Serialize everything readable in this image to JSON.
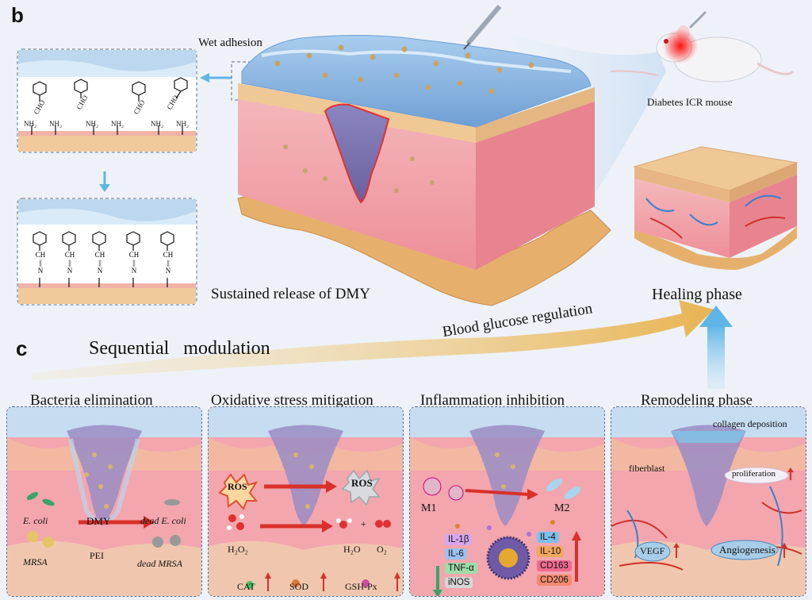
{
  "panel_b": {
    "letter": "b",
    "wet_adhesion": "Wet adhesion",
    "mouse_label": "Diabetes ICR mouse",
    "sustained_release": "Sustained release of DMY",
    "healing_phase": "Healing phase",
    "chem_top": {
      "group": "CHO",
      "amine": "NH₂"
    },
    "chem_bottom": {
      "ch": "CH",
      "n": "N",
      "bond": "||"
    }
  },
  "panel_c": {
    "letter": "c",
    "sequential": "Sequential   modulation",
    "glucose": "Blood glucose regulation",
    "titles": [
      "Bacteria elimination",
      "Oxidative stress mitigation",
      "Inflammation inhibition",
      "Remodeling phase"
    ],
    "bacteria": {
      "ecoli": "E. coli",
      "dmy": "DMY",
      "dead_ecoli": "dead E. coli",
      "mrsa": "MRSA",
      "pei": "PEI",
      "dead_mrsa": "dead MRSA"
    },
    "oxidative": {
      "ros1": "ROS",
      "ros2": "ROS",
      "h2o2": "H₂O₂",
      "h2o": "H₂O",
      "o2": "O₂",
      "plus": "+",
      "cat": "CAT",
      "sod": "SOD",
      "gsh": "GSH-Px"
    },
    "inflammation": {
      "m1": "M1",
      "m2": "M2",
      "left_chips": [
        "IL-1β",
        "IL-6",
        "TNF-α",
        "iNOS"
      ],
      "right_chips": [
        "IL-4",
        "IL-10",
        "CD163",
        "CD206"
      ]
    },
    "remodeling": {
      "collagen": "collagen deposition",
      "fiberblast": "fiberblast",
      "proliferation": "proliferation",
      "vegf": "VEGF",
      "angio": "Angiogenesis"
    }
  },
  "colors": {
    "skin_pink": "#f2a0a8",
    "gel_blue": "#8fb6de",
    "fat_yellow": "#e8b070",
    "arrow_red": "#d8302a",
    "arrow_gold": "#e8b452"
  }
}
